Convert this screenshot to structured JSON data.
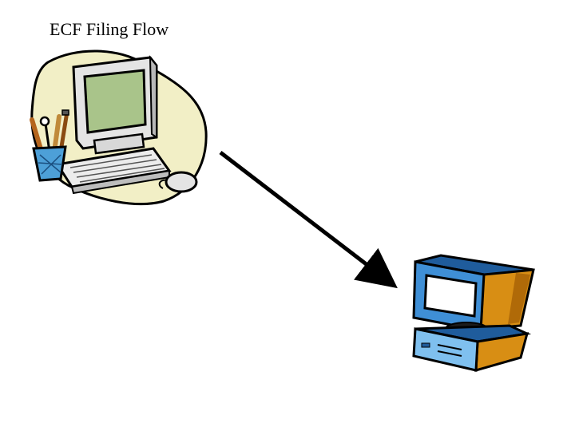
{
  "slide": {
    "title": "ECF Filing Flow"
  },
  "diagram": {
    "nodes": [
      {
        "id": "sender",
        "icon": "desktop-computer-with-pencil-cup-icon",
        "label": ""
      },
      {
        "id": "receiver",
        "icon": "blue-desktop-computer-icon",
        "label": ""
      }
    ],
    "edges": [
      {
        "from": "sender",
        "to": "receiver",
        "directed": true
      }
    ]
  },
  "colors": {
    "blob": "#f2efc6",
    "sender_screen": "#a9c48a",
    "sender_case": "#e4e4e4",
    "receiver_screen": "#ffffff",
    "receiver_case": "#3f8fd6",
    "receiver_side": "#d88e14",
    "arrow": "#000000"
  }
}
